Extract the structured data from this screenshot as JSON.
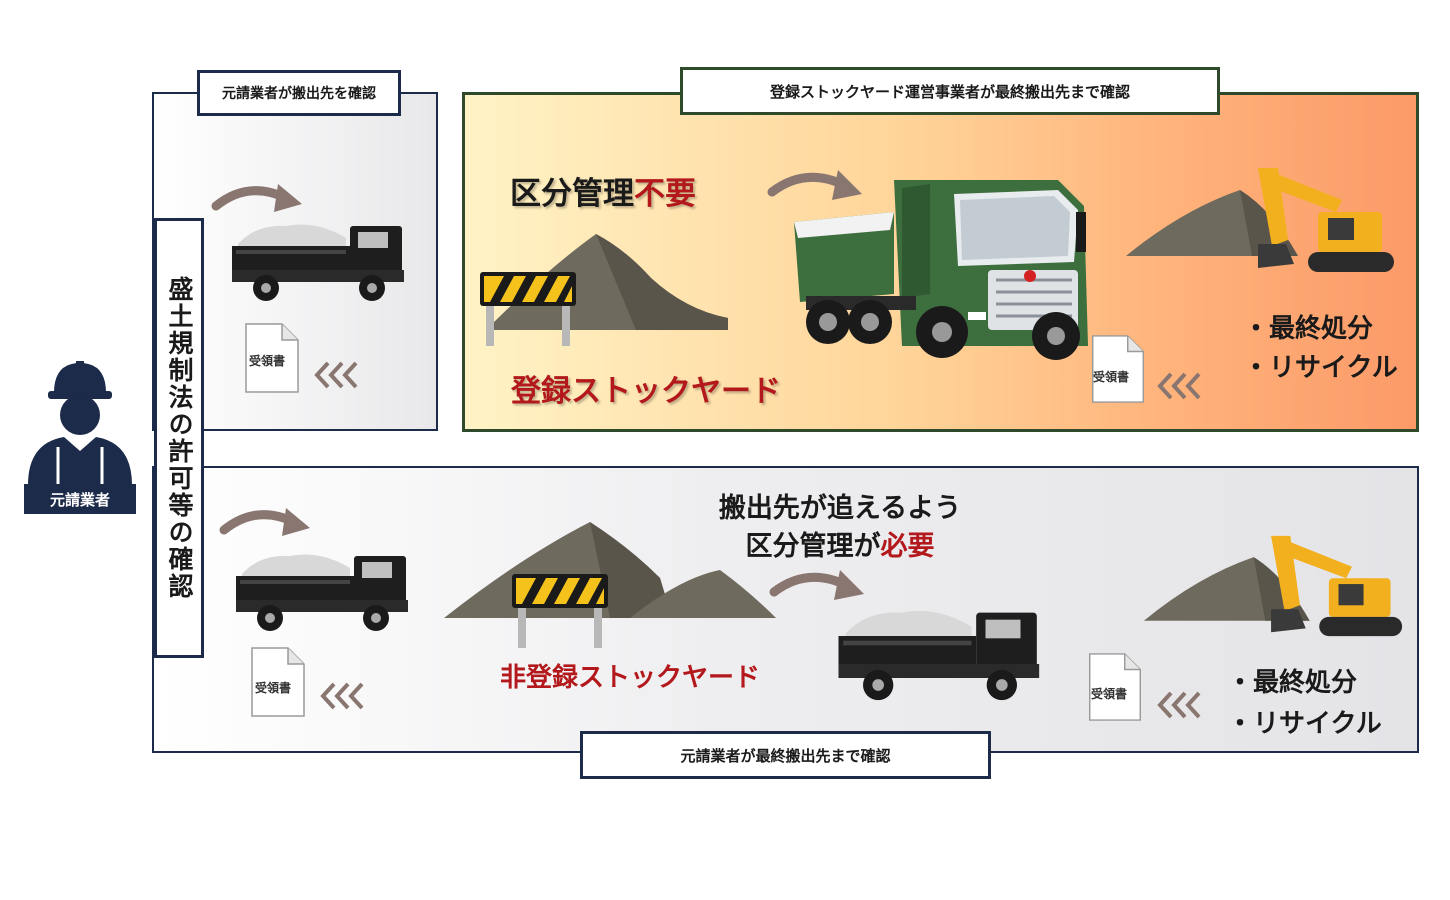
{
  "worker": {
    "label": "元請業者"
  },
  "vertical_label": "盛土規制法の許可等の確認",
  "left_panel": {
    "label": "元請業者が搬出先を確認",
    "doc": "受領書"
  },
  "top_panel": {
    "label": "登録ストックヤード運営事業者が最終搬出先まで確認",
    "headline_a": "区分管理",
    "headline_b": "不要",
    "yard_name": "登録ストックヤード",
    "doc": "受領書",
    "result_1": "・最終処分",
    "result_2": "・リサイクル"
  },
  "bottom_panel": {
    "label": "元請業者が最終搬出先まで確認",
    "headline_line1": "搬出先が追えるよう",
    "headline_line2a": "区分管理が",
    "headline_line2b": "必要",
    "yard_name": "非登録ストックヤード",
    "doc_1": "受領書",
    "doc_2": "受領書",
    "result_1": "・最終処分",
    "result_2": "・リサイクル"
  },
  "colors": {
    "navy": "#1c2b4a",
    "dark_green": "#2f4a2a",
    "accent_red": "#b3191c",
    "truck_green": "#3d6e3e",
    "excavator_yellow": "#f2b01e"
  }
}
